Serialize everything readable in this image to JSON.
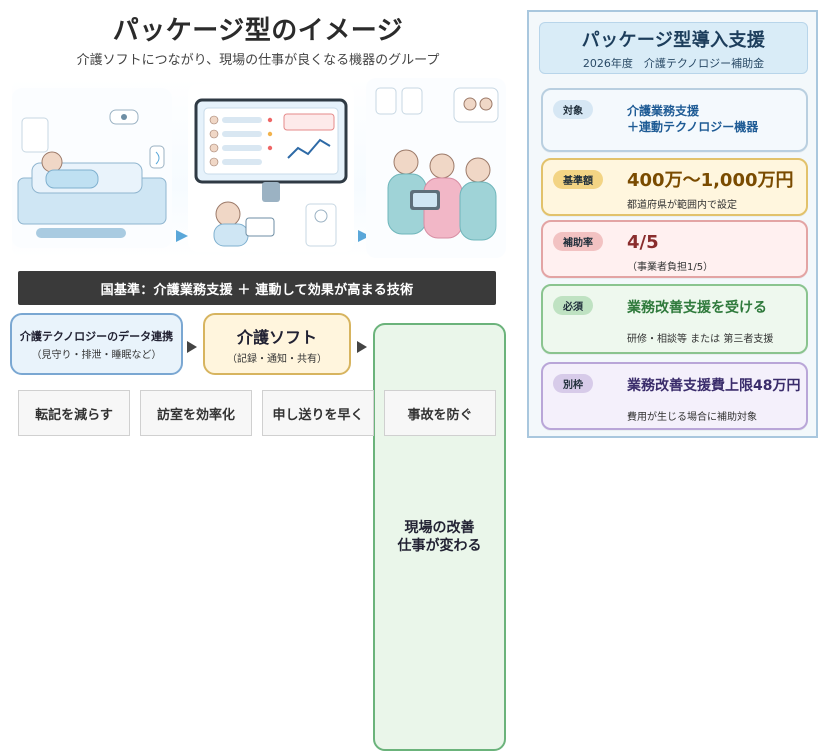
{
  "left": {
    "title": "パッケージ型のイメージ",
    "subtitle": "介護ソフトにつながり、現場の仕事が良くなる機器のグループ",
    "banner": "国基準：介護業務支援 ＋ 連動して効果が高まる技術",
    "flow": {
      "box1": {
        "line1": "介護テクノロジーのデータ連携",
        "line2": "（見守り・排泄・睡眠など）"
      },
      "box2": {
        "line1": "介護ソフト",
        "line2": "（記録・通知・共有）"
      },
      "box3": {
        "line1": "現場の改善",
        "line2": "仕事が変わる"
      }
    },
    "effects": [
      "転記を減らす",
      "訪室を効率化",
      "申し送りを早く",
      "事故を防ぐ"
    ]
  },
  "right": {
    "header": {
      "title": "パッケージ型導入支援",
      "subtitle": "2026年度　介護テクノロジー補助金"
    },
    "cards": {
      "target": {
        "label": "対象",
        "line1": "介護業務支援",
        "line2": "＋連動テクノロジー機器"
      },
      "base": {
        "label": "基準額",
        "main": "400万〜1,000万円",
        "sub": "都道府県が範囲内で設定"
      },
      "rate": {
        "label": "補助率",
        "main": "4/5",
        "sub": "（事業者負担1/5）"
      },
      "must": {
        "label": "必須",
        "main": "業務改善支援を受ける",
        "sub": "研修・相談等 または 第三者支援"
      },
      "extra": {
        "label": "別枠",
        "main": "業務改善支援費上限48万円",
        "sub": "費用が生じる場合に補助対象"
      }
    }
  },
  "colors": {
    "dark_banner": "#3a3a3a",
    "arrow_blue": "#5aa7d9",
    "panel_border": "#a9c7de"
  }
}
